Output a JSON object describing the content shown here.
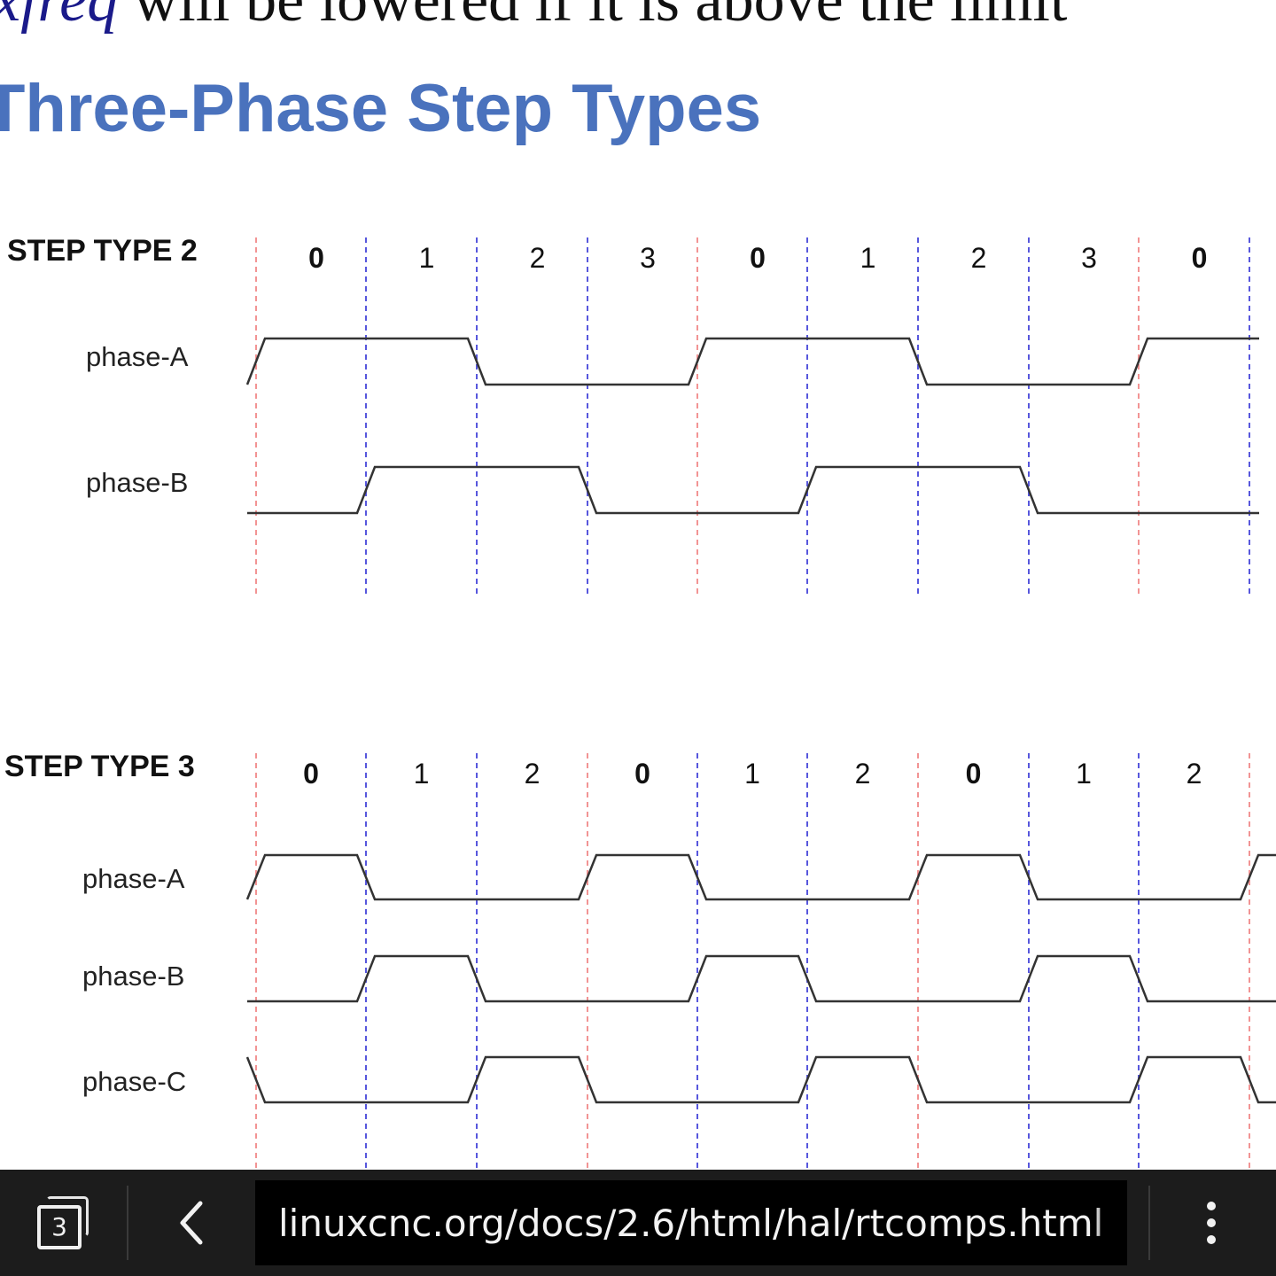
{
  "page": {
    "intro_text_code": "xfreq",
    "intro_text_rest": " will be lowered if it is above the limit",
    "heading": "Three-Phase Step Types"
  },
  "step_type_2": {
    "label": "STEP TYPE 2",
    "step_numbers": [
      "0",
      "1",
      "2",
      "3",
      "0",
      "1",
      "2",
      "3",
      "0"
    ],
    "signals": [
      {
        "name": "phase-A",
        "states": [
          1,
          1,
          0,
          0,
          1,
          1,
          0,
          0,
          1
        ]
      },
      {
        "name": "phase-B",
        "states": [
          0,
          1,
          1,
          0,
          0,
          1,
          1,
          0,
          0
        ]
      }
    ]
  },
  "step_type_3": {
    "label": "STEP TYPE 3",
    "step_numbers": [
      "0",
      "1",
      "2",
      "0",
      "1",
      "2",
      "0",
      "1",
      "2"
    ],
    "signals": [
      {
        "name": "phase-A",
        "states": [
          1,
          0,
          0,
          1,
          0,
          0,
          1,
          0,
          0,
          1
        ]
      },
      {
        "name": "phase-B",
        "states": [
          0,
          1,
          0,
          0,
          1,
          0,
          0,
          1,
          0,
          0
        ]
      },
      {
        "name": "phase-C",
        "states": [
          0,
          0,
          1,
          0,
          0,
          1,
          0,
          0,
          1,
          0
        ]
      }
    ]
  },
  "colors": {
    "heading": "#4a72bd",
    "cycle_start_line": "#f07a7a",
    "step_line": "#3a3ad8",
    "waveform": "#333333",
    "toolbar": "#1c1c1c"
  },
  "toolbar": {
    "tab_count": "3",
    "tabs_icon": "tabs-icon",
    "back_icon": "chevron-left-icon",
    "url": "linuxcnc.org/docs/2.6/html/hal/rtcomps.html",
    "menu_icon": "more-vertical-icon"
  }
}
